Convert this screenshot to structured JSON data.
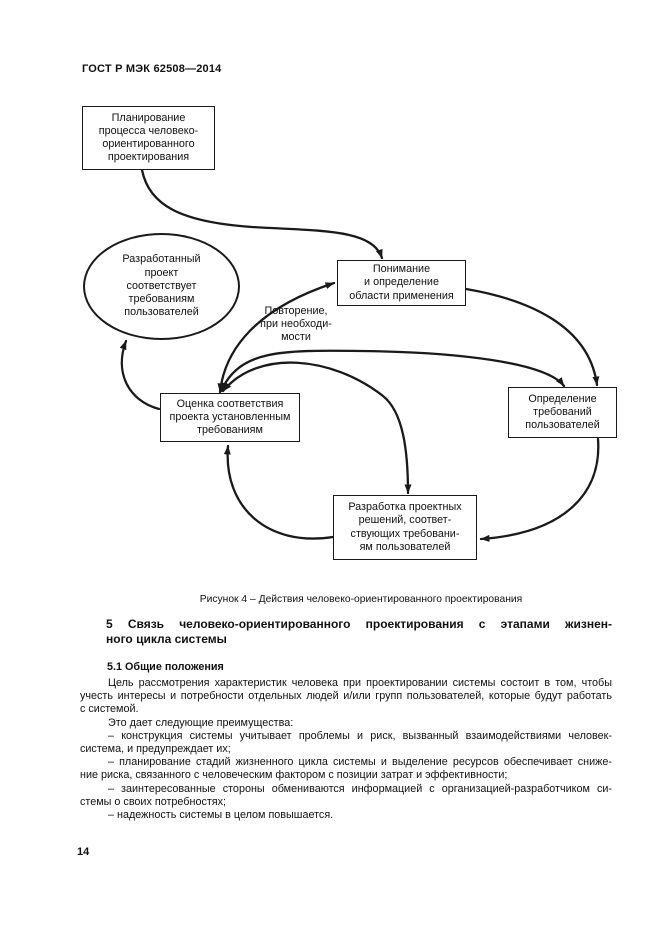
{
  "page": {
    "header": "ГОСТ Р МЭК 62508—2014",
    "page_number": "14"
  },
  "figure": {
    "caption": "Рисунок 4 – Действия человеко-ориентированного проектирования",
    "iteration_label": "Повторение,\nпри необходи-\nмости",
    "nodes": {
      "planning": "Планирование\nпроцесса человеко-\nориентированного\nпроектирования",
      "developed_project": "Разработанный\nпроект\nсоответствует\nтребованиям\nпользователей",
      "understanding": "Понимание\nи определение\nобласти применения",
      "evaluation": "Оценка соответствия\nпроекта установленным\nтребованиям",
      "user_requirements": "Определение\nтребований\nпользователей",
      "design_solutions": "Разработка проектных\nрешений, соответ-\nствующих требовани-\nям пользователей"
    }
  },
  "section": {
    "heading_lines": [
      {
        "t": "5 Связь человеко-ориентированного проектирования с этапами жизнен-",
        "c": "just"
      },
      {
        "t": "ного цикла системы",
        "c": ""
      }
    ],
    "subheading": "5.1 Общие положения",
    "body_lines": [
      {
        "t": "Цель рассмотрения характеристик человека при проектировании системы состоит в том, чтобы",
        "c": "ind just"
      },
      {
        "t": "учесть интересы и потребности отдельных людей и/или групп пользователей, которые будут работать",
        "c": "just"
      },
      {
        "t": "с системой.",
        "c": ""
      },
      {
        "t": "Это дает следующие преимущества:",
        "c": "ind"
      },
      {
        "t": "– конструкция системы учитывает проблемы и риск, вызванный взаимодействиями человек-",
        "c": "ind just"
      },
      {
        "t": "система, и предупреждает их;",
        "c": ""
      },
      {
        "t": "– планирование стадий жизненного цикла системы и выделение ресурсов обеспечивает сниже-",
        "c": "ind just"
      },
      {
        "t": "ние риска, связанного с человеческим фактором с позиции затрат и эффективности;",
        "c": ""
      },
      {
        "t": "– заинтересованные стороны обмениваются информацией с организацией-разработчиком си-",
        "c": "ind just"
      },
      {
        "t": "стемы о своих потребностях;",
        "c": ""
      },
      {
        "t": "– надежность системы в целом повышается.",
        "c": "ind"
      }
    ]
  }
}
